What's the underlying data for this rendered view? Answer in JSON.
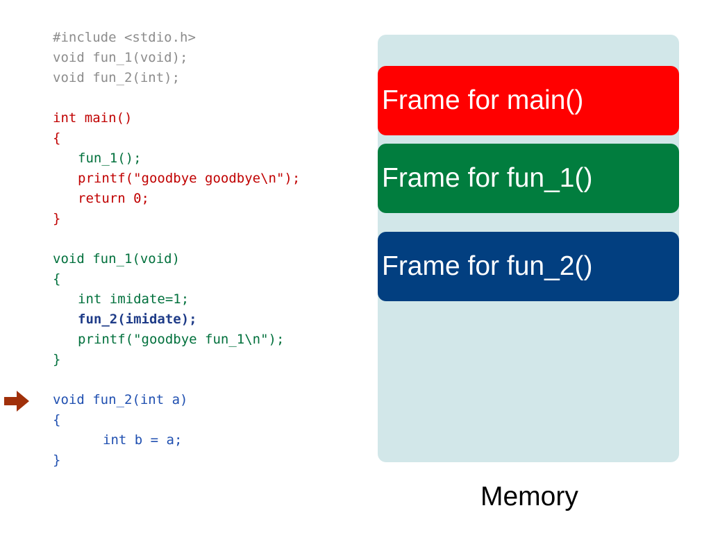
{
  "code": {
    "lines": [
      {
        "text": "#include <stdio.h>",
        "color": "#8c8c8c",
        "indent": 0,
        "bold": false
      },
      {
        "text": "void fun_1(void);",
        "color": "#8c8c8c",
        "indent": 0,
        "bold": false
      },
      {
        "text": "void fun_2(int);",
        "color": "#8c8c8c",
        "indent": 0,
        "bold": false
      },
      {
        "text": "",
        "color": "#000000",
        "indent": 0,
        "bold": false
      },
      {
        "text": "int main()",
        "color": "#c00000",
        "indent": 0,
        "bold": false
      },
      {
        "text": "{",
        "color": "#c00000",
        "indent": 0,
        "bold": false
      },
      {
        "text": "fun_1();",
        "color": "#00703c",
        "indent": 1,
        "bold": false
      },
      {
        "text": "printf(\"goodbye goodbye\\n\");",
        "color": "#c00000",
        "indent": 1,
        "bold": false
      },
      {
        "text": "return 0;",
        "color": "#c00000",
        "indent": 1,
        "bold": false
      },
      {
        "text": "}",
        "color": "#c00000",
        "indent": 0,
        "bold": false
      },
      {
        "text": "",
        "color": "#000000",
        "indent": 0,
        "bold": false
      },
      {
        "text": "void fun_1(void)",
        "color": "#00703c",
        "indent": 0,
        "bold": false
      },
      {
        "text": "{",
        "color": "#00703c",
        "indent": 0,
        "bold": false
      },
      {
        "text": "int imidate=1;",
        "color": "#00703c",
        "indent": 1,
        "bold": false
      },
      {
        "text": "fun_2(imidate);",
        "color": "#1f3c88",
        "indent": 1,
        "bold": true
      },
      {
        "text": "printf(\"goodbye fun_1\\n\");",
        "color": "#00703c",
        "indent": 1,
        "bold": false
      },
      {
        "text": "}",
        "color": "#00703c",
        "indent": 0,
        "bold": false
      },
      {
        "text": "",
        "color": "#000000",
        "indent": 0,
        "bold": false
      },
      {
        "text": "void fun_2(int a)",
        "color": "#1f4fb0",
        "indent": 0,
        "bold": false
      },
      {
        "text": "{",
        "color": "#1f4fb0",
        "indent": 0,
        "bold": false
      },
      {
        "text": "int b = a;",
        "color": "#1f4fb0",
        "indent": 2,
        "bold": false
      },
      {
        "text": "}",
        "color": "#1f4fb0",
        "indent": 0,
        "bold": false
      }
    ]
  },
  "arrow": {
    "icon": "right-arrow-icon",
    "color": "#a0300a"
  },
  "memory": {
    "label": "Memory",
    "background": "#d2e7e9",
    "frames": [
      {
        "label": "Frame for main()",
        "color": "#ff0000"
      },
      {
        "label": "Frame for fun_1()",
        "color": "#017d3e"
      },
      {
        "label": "Frame for fun_2()",
        "color": "#023f80"
      }
    ]
  }
}
